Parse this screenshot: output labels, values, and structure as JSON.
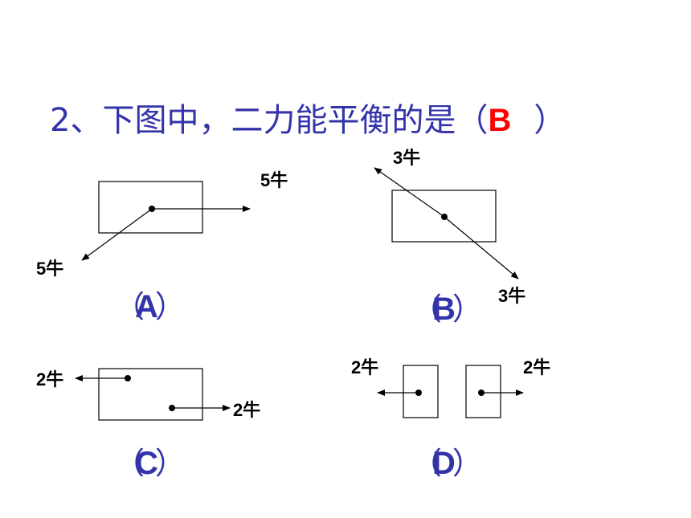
{
  "question": {
    "text": "2、下图中，二力能平衡的是（",
    "answer": "B",
    "close": "）"
  },
  "colors": {
    "question": "#3333aa",
    "answer": "#ff0000",
    "lines": "#000000"
  },
  "diagrams": {
    "A": {
      "caption_open": "（",
      "caption_letter": "A",
      "caption_close": "）",
      "force_1": "5牛",
      "force_2": "5牛"
    },
    "B": {
      "caption_open": "（",
      "caption_letter": "B",
      "caption_close": "）",
      "force_1": "3牛",
      "force_2": "3牛"
    },
    "C": {
      "caption_open": "（",
      "caption_letter": "C",
      "caption_close": "）",
      "force_1": "2牛",
      "force_2": "2牛"
    },
    "D": {
      "caption_open": "（",
      "caption_letter": "D",
      "caption_close": "）",
      "force_1": "2牛",
      "force_2": "2牛"
    }
  }
}
